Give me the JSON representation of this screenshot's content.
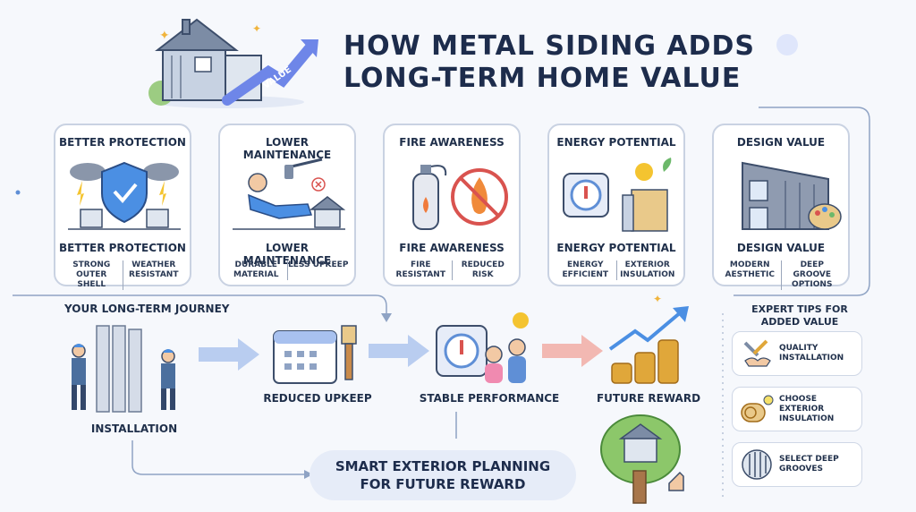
{
  "title": {
    "line1": "HOW METAL SIDING ADDS",
    "line2": "LONG-TERM HOME VALUE"
  },
  "hero_badge": "VALUE",
  "cards": [
    {
      "heading": "BETTER PROTECTION",
      "label": "BETTER PROTECTION",
      "sub_left": "STRONG OUTER SHELL",
      "sub_right": "WEATHER RESISTANT"
    },
    {
      "heading": "LOWER MAINTENANCE",
      "label": "LOWER MAINTENANCE",
      "sub_left": "DURABLE MATERIAL",
      "sub_right": "LESS UPKEEP"
    },
    {
      "heading": "FIRE AWARENESS",
      "label": "FIRE AWARENESS",
      "sub_left": "FIRE RESISTANT",
      "sub_right": "REDUCED RISK"
    },
    {
      "heading": "ENERGY POTENTIAL",
      "label": "ENERGY POTENTIAL",
      "sub_left": "ENERGY EFFICIENT",
      "sub_right": "EXTERIOR INSULATION"
    },
    {
      "heading": "DESIGN VALUE",
      "label": "DESIGN VALUE",
      "sub_left": "MODERN AESTHETIC",
      "sub_right": "DEEP GROOVE OPTIONS"
    }
  ],
  "journey": {
    "title": "YOUR LONG-TERM JOURNEY",
    "steps": [
      "INSTALLATION",
      "REDUCED UPKEEP",
      "STABLE PERFORMANCE",
      "FUTURE REWARD"
    ]
  },
  "tips": {
    "title": "EXPERT TIPS FOR ADDED VALUE",
    "items": [
      "QUALITY INSTALLATION",
      "CHOOSE EXTERIOR INSULATION",
      "SELECT DEEP GROOVES"
    ]
  },
  "banner": {
    "line1": "SMART EXTERIOR PLANNING",
    "line2": "FOR FUTURE REWARD"
  },
  "colors": {
    "navy": "#1d2c4c",
    "blue": "#5f8fd6",
    "border": "#c9d2e2",
    "gold": "#e0a73a"
  }
}
